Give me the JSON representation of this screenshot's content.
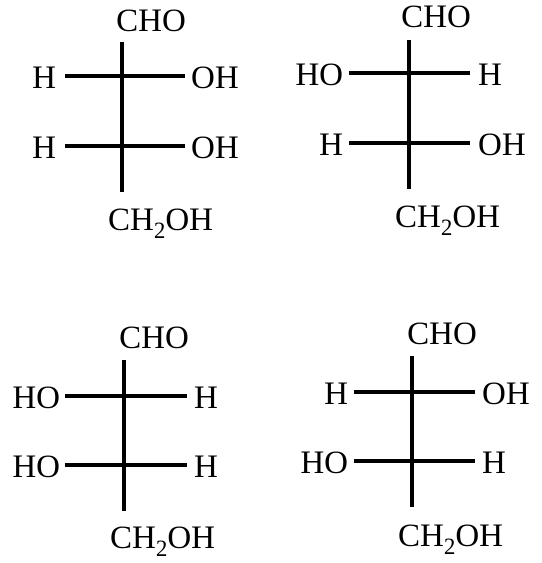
{
  "structures": [
    {
      "top_group": "CHO",
      "rows": [
        {
          "left": "H",
          "right": "OH"
        },
        {
          "left": "H",
          "right": "OH"
        }
      ],
      "bottom_group": {
        "main": "CH",
        "subscript": "2",
        "tail": "OH"
      }
    },
    {
      "top_group": "CHO",
      "rows": [
        {
          "left": "HO",
          "right": "H"
        },
        {
          "left": "H",
          "right": "OH"
        }
      ],
      "bottom_group": {
        "main": "CH",
        "subscript": "2",
        "tail": "OH"
      }
    },
    {
      "top_group": "CHO",
      "rows": [
        {
          "left": "HO",
          "right": "H"
        },
        {
          "left": "HO",
          "right": "H"
        }
      ],
      "bottom_group": {
        "main": "CH",
        "subscript": "2",
        "tail": "OH"
      }
    },
    {
      "top_group": "CHO",
      "rows": [
        {
          "left": "H",
          "right": "OH"
        },
        {
          "left": "HO",
          "right": "H"
        }
      ],
      "bottom_group": {
        "main": "CH",
        "subscript": "2",
        "tail": "OH"
      }
    }
  ]
}
